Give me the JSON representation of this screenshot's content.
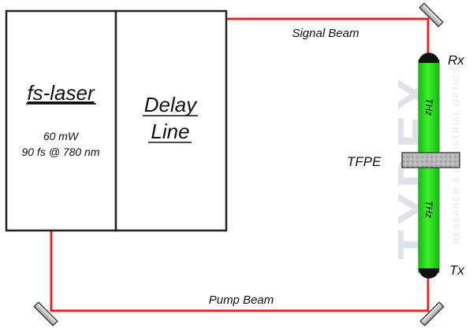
{
  "laser": {
    "title": "fs-laser",
    "power": "60 mW",
    "pulse": "90 fs @ 780 nm"
  },
  "delay_line": {
    "line1": "Delay",
    "line2": "Line"
  },
  "beams": {
    "signal": "Signal Beam",
    "pump": "Pump Beam"
  },
  "thz": {
    "upper": "THz",
    "lower": "THz"
  },
  "components": {
    "rx": "Rx",
    "tx": "Tx",
    "sample": "TFPE"
  },
  "watermark": {
    "brand": "TYDEX",
    "tagline": "RESEARCH & INDUSTRIAL OPTICS"
  },
  "colors": {
    "beam": "#e3252c",
    "thz_green": "#22e01a",
    "outline": "#222222"
  }
}
